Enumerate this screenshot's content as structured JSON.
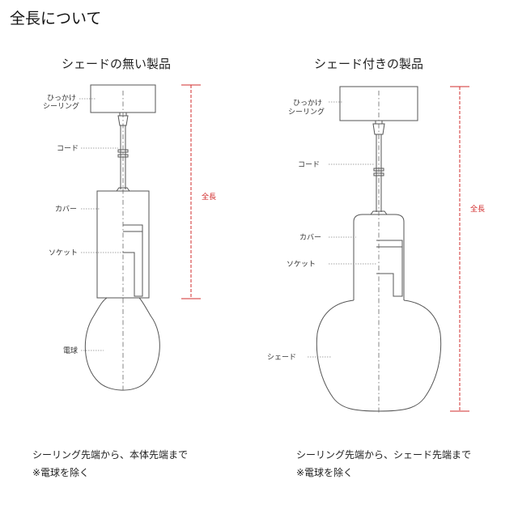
{
  "page_title": "全長について",
  "left": {
    "title": "シェードの無い製品",
    "labels": {
      "ceiling_line1": "ひっかけ",
      "ceiling_line2": "シーリング",
      "cord": "コード",
      "cover": "カバー",
      "socket": "ソケット",
      "bulb": "電球"
    },
    "length_label": "全長",
    "note_line1": "シーリング先端から、本体先端まで",
    "note_line2": "※電球を除く"
  },
  "right": {
    "title": "シェード付きの製品",
    "labels": {
      "ceiling_line1": "ひっかけ",
      "ceiling_line2": "シーリング",
      "cord": "コード",
      "cover": "カバー",
      "socket": "ソケット",
      "shade": "シェード"
    },
    "length_label": "全長",
    "note_line1": "シーリング先端から、シェード先端まで",
    "note_line2": "※電球を除く"
  },
  "colors": {
    "outline": "#555555",
    "dimension": "#d22c2c",
    "leader": "#888888"
  }
}
